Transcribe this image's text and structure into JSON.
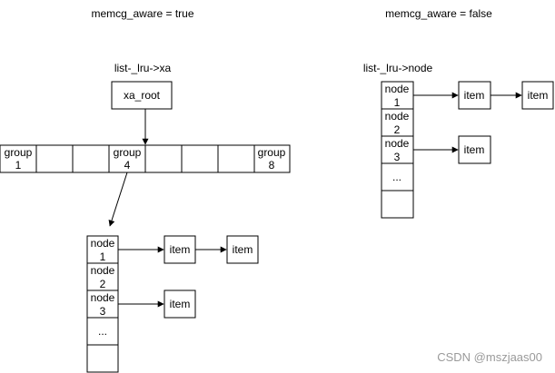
{
  "left": {
    "title": "memcg_aware = true",
    "list_label": "list-_lru->xa",
    "root_label": "xa_root",
    "groups": [
      {
        "line1": "group",
        "line2": "1"
      },
      {
        "line1": "",
        "line2": ""
      },
      {
        "line1": "",
        "line2": ""
      },
      {
        "line1": "group",
        "line2": "4"
      },
      {
        "line1": "",
        "line2": ""
      },
      {
        "line1": "",
        "line2": ""
      },
      {
        "line1": "",
        "line2": ""
      },
      {
        "line1": "group",
        "line2": "8"
      }
    ],
    "nodes": [
      {
        "line1": "node",
        "line2": "1"
      },
      {
        "line1": "node",
        "line2": "2"
      },
      {
        "line1": "node",
        "line2": "3"
      },
      {
        "line1": "...",
        "line2": ""
      },
      {
        "line1": "",
        "line2": ""
      }
    ],
    "items": [
      "item",
      "item",
      "item"
    ]
  },
  "right": {
    "title": "memcg_aware = false",
    "list_label": "list-_lru->node",
    "nodes": [
      {
        "line1": "node",
        "line2": "1"
      },
      {
        "line1": "node",
        "line2": "2"
      },
      {
        "line1": "node",
        "line2": "3"
      },
      {
        "line1": "...",
        "line2": ""
      },
      {
        "line1": "",
        "line2": ""
      }
    ],
    "items": [
      "item",
      "item",
      "item"
    ]
  },
  "watermark": "CSDN @mszjaas00"
}
